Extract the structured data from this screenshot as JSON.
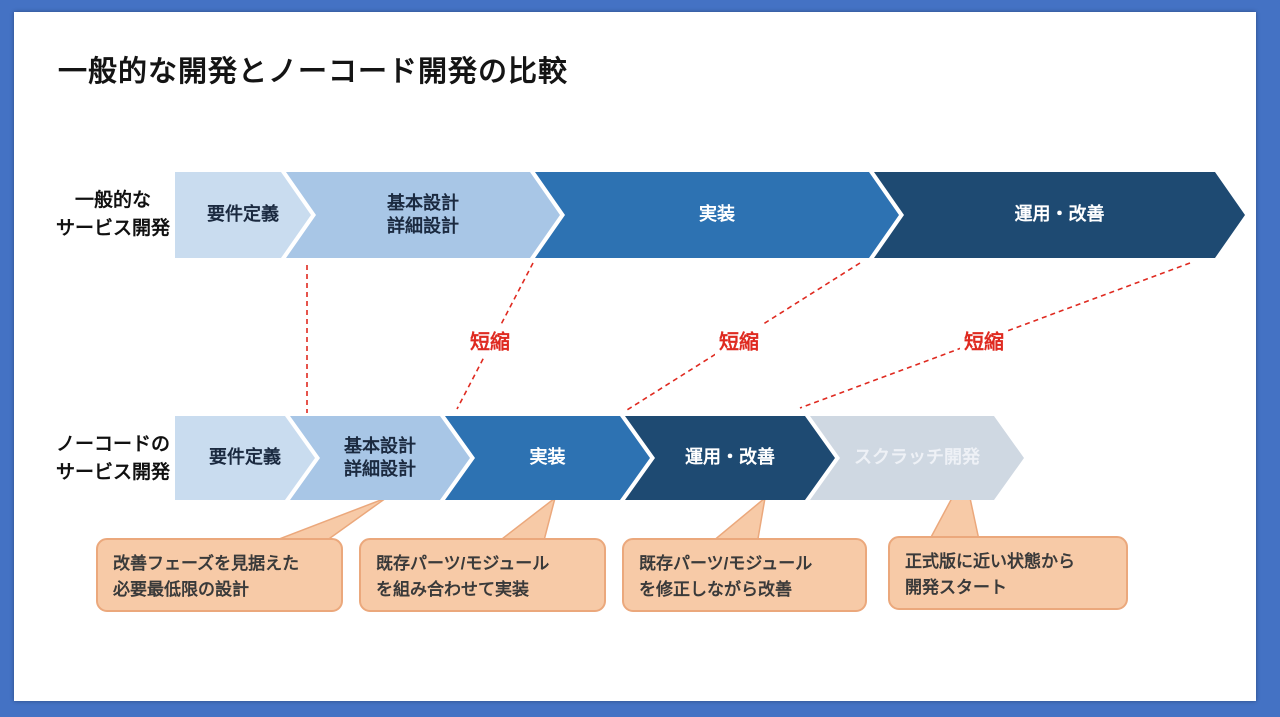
{
  "title": "一般的な開発とノーコード開発の比較",
  "colors": {
    "frame_blue": "#4472c4",
    "canvas_white": "#ffffff",
    "phase_light": "#c9dcef",
    "phase_medium_light": "#a8c6e6",
    "phase_medium": "#2d72b2",
    "phase_dark": "#1e4a72",
    "phase_faded": "#cfd8e2",
    "accent_red": "#df2a20",
    "callout_fill": "#f7caa7",
    "callout_border": "#eba87c"
  },
  "rows": [
    {
      "label": [
        "一般的な",
        "サービス開発"
      ],
      "segments": [
        {
          "label": "要件定義"
        },
        {
          "label": "基本設計",
          "label2": "詳細設計"
        },
        {
          "label": "実装"
        },
        {
          "label": "運用・改善"
        }
      ]
    },
    {
      "label": [
        "ノーコードの",
        "サービス開発"
      ],
      "segments": [
        {
          "label": "要件定義"
        },
        {
          "label": "基本設計",
          "label2": "詳細設計"
        },
        {
          "label": "実装"
        },
        {
          "label": "運用・改善"
        },
        {
          "label": "スクラッチ開発"
        }
      ]
    }
  ],
  "shorten_labels": [
    "短縮",
    "短縮",
    "短縮"
  ],
  "callouts": [
    {
      "lines": [
        "改善フェーズを見据えた",
        "必要最低限の設計"
      ]
    },
    {
      "lines": [
        "既存パーツ/モジュール",
        "を組み合わせて実装"
      ]
    },
    {
      "lines": [
        "既存パーツ/モジュール",
        "を修正しながら改善"
      ]
    },
    {
      "lines": [
        "正式版に近い状態から",
        "開発スタート"
      ]
    }
  ]
}
